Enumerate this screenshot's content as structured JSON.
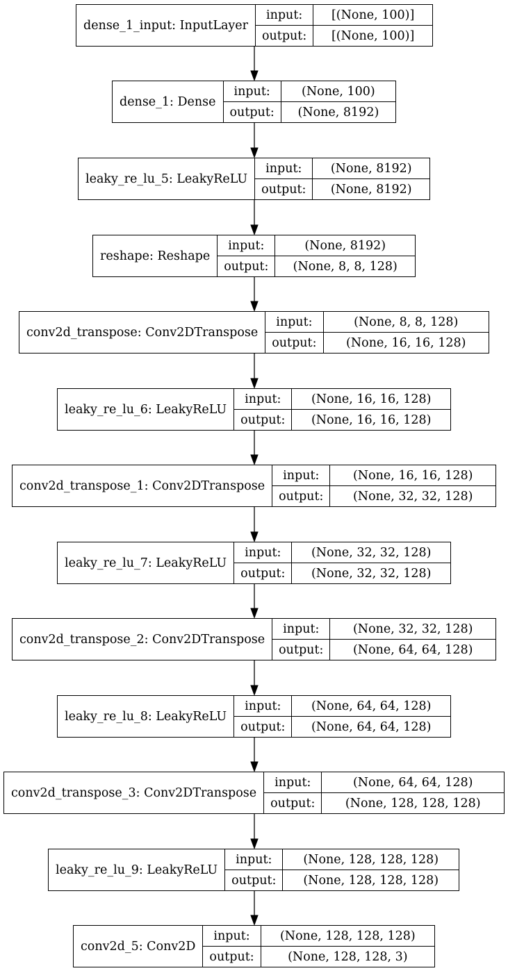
{
  "layers": [
    {
      "name": "dense_1_input: InputLayer",
      "input_label": "input:",
      "output_label": "output:",
      "input_shape": "[(None, 100)]",
      "output_shape": "[(None, 100)]"
    },
    {
      "name": "dense_1: Dense",
      "input_label": "input:",
      "output_label": "output:",
      "input_shape": "(None, 100)",
      "output_shape": "(None, 8192)"
    },
    {
      "name": "leaky_re_lu_5: LeakyReLU",
      "input_label": "input:",
      "output_label": "output:",
      "input_shape": "(None, 8192)",
      "output_shape": "(None, 8192)"
    },
    {
      "name": "reshape: Reshape",
      "input_label": "input:",
      "output_label": "output:",
      "input_shape": "(None, 8192)",
      "output_shape": "(None, 8, 8, 128)"
    },
    {
      "name": "conv2d_transpose: Conv2DTranspose",
      "input_label": "input:",
      "output_label": "output:",
      "input_shape": "(None, 8, 8, 128)",
      "output_shape": "(None, 16, 16, 128)"
    },
    {
      "name": "leaky_re_lu_6: LeakyReLU",
      "input_label": "input:",
      "output_label": "output:",
      "input_shape": "(None, 16, 16, 128)",
      "output_shape": "(None, 16, 16, 128)"
    },
    {
      "name": "conv2d_transpose_1: Conv2DTranspose",
      "input_label": "input:",
      "output_label": "output:",
      "input_shape": "(None, 16, 16, 128)",
      "output_shape": "(None, 32, 32, 128)"
    },
    {
      "name": "leaky_re_lu_7: LeakyReLU",
      "input_label": "input:",
      "output_label": "output:",
      "input_shape": "(None, 32, 32, 128)",
      "output_shape": "(None, 32, 32, 128)"
    },
    {
      "name": "conv2d_transpose_2: Conv2DTranspose",
      "input_label": "input:",
      "output_label": "output:",
      "input_shape": "(None, 32, 32, 128)",
      "output_shape": "(None, 64, 64, 128)"
    },
    {
      "name": "leaky_re_lu_8: LeakyReLU",
      "input_label": "input:",
      "output_label": "output:",
      "input_shape": "(None, 64, 64, 128)",
      "output_shape": "(None, 64, 64, 128)"
    },
    {
      "name": "conv2d_transpose_3: Conv2DTranspose",
      "input_label": "input:",
      "output_label": "output:",
      "input_shape": "(None, 64, 64, 128)",
      "output_shape": "(None, 128, 128, 128)"
    },
    {
      "name": "leaky_re_lu_9: LeakyReLU",
      "input_label": "input:",
      "output_label": "output:",
      "input_shape": "(None, 128, 128, 128)",
      "output_shape": "(None, 128, 128, 128)"
    },
    {
      "name": "conv2d_5: Conv2D",
      "input_label": "input:",
      "output_label": "output:",
      "input_shape": "(None, 128, 128, 128)",
      "output_shape": "(None, 128, 128, 3)"
    }
  ]
}
